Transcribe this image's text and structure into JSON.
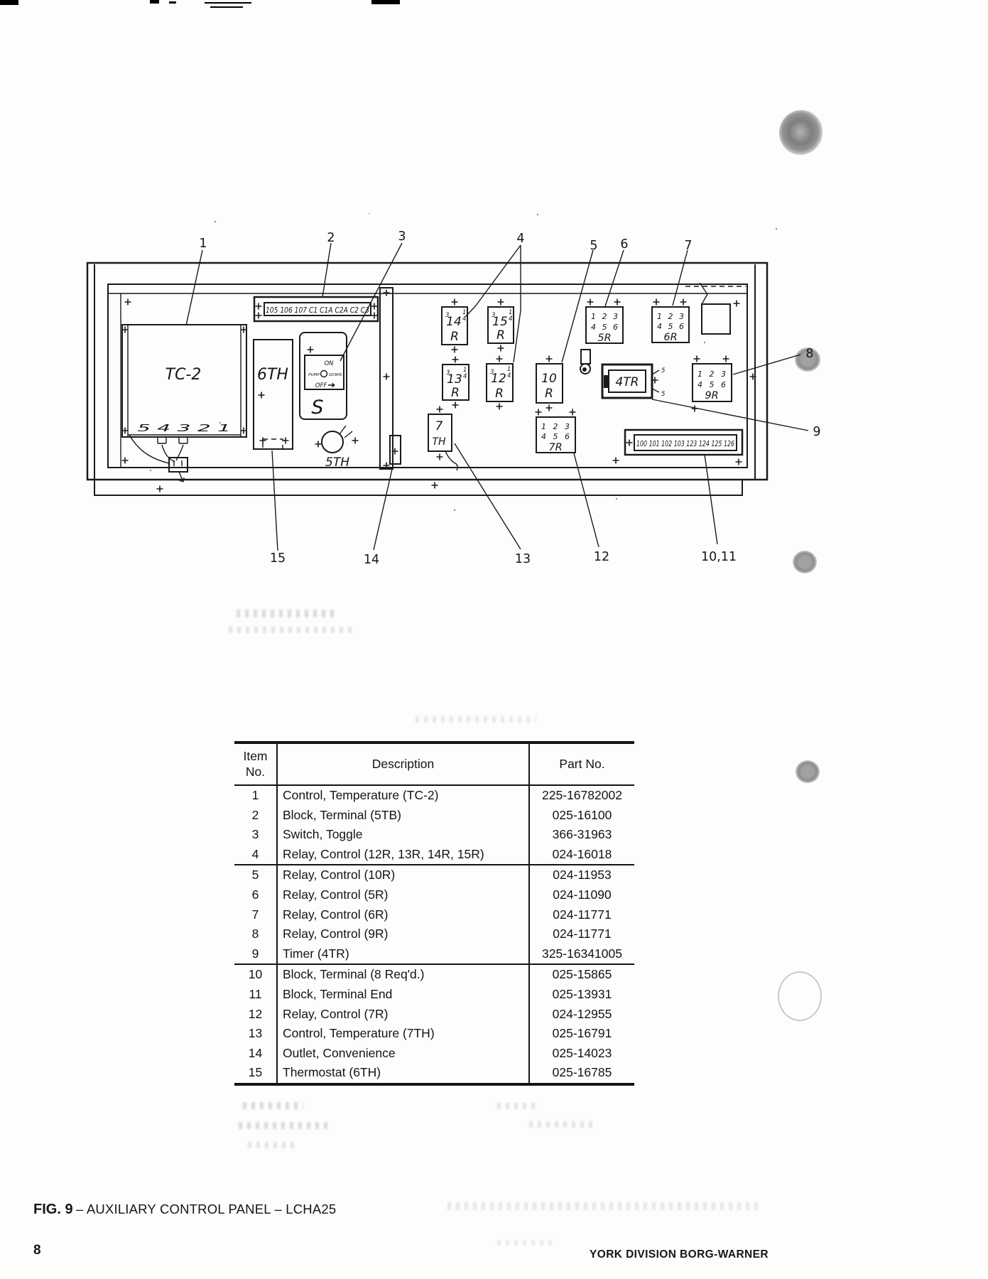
{
  "diagram": {
    "callouts": {
      "c1": "1",
      "c2": "2",
      "c3": "3",
      "c4": "4",
      "c5": "5",
      "c6": "6",
      "c7": "7",
      "c8": "8",
      "c9": "9",
      "c10_11": "10,11",
      "c12": "12",
      "c13": "13",
      "c14": "14",
      "c15": "15"
    },
    "tc2": {
      "label": "TC-2",
      "terminals": "5 4 3 2 1"
    },
    "thermostat6": {
      "label": "6TH"
    },
    "toggle_switch": {
      "on": "ON",
      "pump": "PUMP",
      "down": "DOWN",
      "off": "OFF",
      "label": "S"
    },
    "thermostat5": {
      "label": "5TH"
    },
    "control7": {
      "line1": "7",
      "line2": "TH"
    },
    "terminal_strip_top": {
      "text": "105 106 107 C1 C1A C2A C2 C3"
    },
    "terminal_strip_bottom": {
      "text": "100 101 102 103 123 124 125 126"
    },
    "relays": {
      "r14": {
        "cl": "3",
        "main": "14",
        "cr1": "1",
        "cr2": "4",
        "sub": "R"
      },
      "r15": {
        "cl": "3",
        "main": "15",
        "cr1": "1",
        "cr2": "4",
        "sub": "R"
      },
      "r13": {
        "cl": "3",
        "main": "13",
        "cr1": "1",
        "cr2": "4",
        "sub": "R"
      },
      "r12": {
        "cl": "3",
        "main": "12",
        "cr1": "1",
        "cr2": "4",
        "sub": "R"
      },
      "r10": {
        "main": "10",
        "sub": "R"
      },
      "g5": {
        "row1": "1 2 3",
        "row2": "4 5 6",
        "name": "5R"
      },
      "g6": {
        "row1": "1 2 3",
        "row2": "4 5 6",
        "name": "6R"
      },
      "g9": {
        "row1": "1 2 3",
        "row2": "4 5 6",
        "name": "9R"
      },
      "g7": {
        "row1": "1 2 3",
        "row2": "4 5 6",
        "name": "7R"
      }
    },
    "timer": {
      "label": "4TR",
      "note_a": "5",
      "note_b": "5"
    }
  },
  "table": {
    "headers": {
      "item": "Item\nNo.",
      "description": "Description",
      "part": "Part No."
    },
    "rows": [
      {
        "item": "1",
        "description": "Control, Temperature (TC-2)",
        "part": "225-16782002"
      },
      {
        "item": "2",
        "description": "Block, Terminal (5TB)",
        "part": "025-16100"
      },
      {
        "item": "3",
        "description": "Switch, Toggle",
        "part": "366-31963"
      },
      {
        "item": "4",
        "description": "Relay, Control (12R, 13R, 14R, 15R)",
        "part": "024-16018"
      },
      {
        "item": "5",
        "description": "Relay, Control (10R)",
        "part": "024-11953"
      },
      {
        "item": "6",
        "description": "Relay, Control (5R)",
        "part": "024-11090"
      },
      {
        "item": "7",
        "description": "Relay, Control (6R)",
        "part": "024-11771"
      },
      {
        "item": "8",
        "description": "Relay, Control (9R)",
        "part": "024-11771"
      },
      {
        "item": "9",
        "description": "Timer (4TR)",
        "part": "325-16341005"
      },
      {
        "item": "10",
        "description": "Block, Terminal (8 Req'd.)",
        "part": "025-15865"
      },
      {
        "item": "11",
        "description": "Block, Terminal End",
        "part": "025-13931"
      },
      {
        "item": "12",
        "description": "Relay, Control (7R)",
        "part": "024-12955"
      },
      {
        "item": "13",
        "description": "Control, Temperature (7TH)",
        "part": "025-16791"
      },
      {
        "item": "14",
        "description": "Outlet, Convenience",
        "part": "025-14023"
      },
      {
        "item": "15",
        "description": "Thermostat (6TH)",
        "part": "025-16785"
      }
    ]
  },
  "footer": {
    "figure_label": "FIG. 9",
    "figure_title": "– AUXILIARY CONTROL PANEL – LCHA25",
    "page_number": "8",
    "publisher": "YORK DIVISION BORG-WARNER"
  }
}
